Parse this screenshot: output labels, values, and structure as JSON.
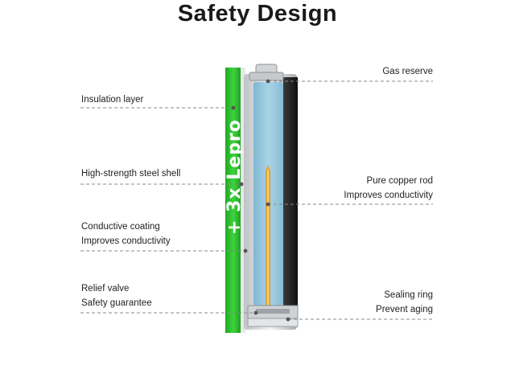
{
  "title": "Safety Design",
  "brand_text": "+ 3x Lepro",
  "labels": {
    "insulation": "Insulation layer",
    "steel_shell": "High-strength steel shell",
    "coating_1": "Conductive coating",
    "coating_2": "Improves conductivity",
    "relief_1": "Relief valve",
    "relief_2": "Safety guarantee",
    "gas": "Gas reserve",
    "copper_1": "Pure copper rod",
    "copper_2": "Improves conductivity",
    "sealing_1": "Sealing ring",
    "sealing_2": "Prevent aging"
  },
  "colors": {
    "wrap_green": "#2fc72f",
    "electrolyte_blue": "#9ecbe0",
    "copper_rod": "#f0b84a",
    "shell_dark": "#2a2a2a"
  }
}
